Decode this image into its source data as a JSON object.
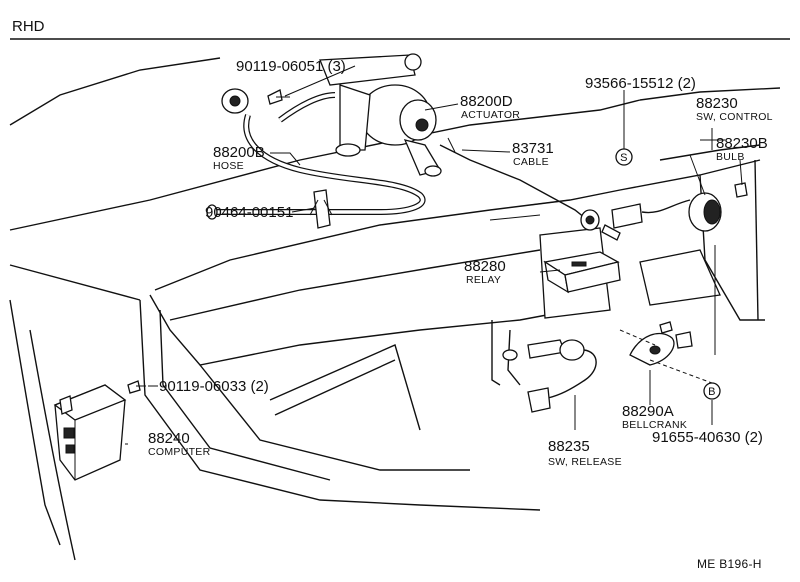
{
  "header": {
    "region": "RHD",
    "doc_code": "ME  B196-H"
  },
  "callouts": {
    "bolt_top": {
      "number": "90119-06051 (3)"
    },
    "actuator": {
      "number": "88200D",
      "name": "ACTUATOR"
    },
    "hose": {
      "number": "88200B",
      "name": "HOSE"
    },
    "cable": {
      "number": "83731",
      "name": "CABLE"
    },
    "clamp": {
      "number": "90464-00151"
    },
    "screw_s": {
      "number": "93566-15512 (2)",
      "symbol": "S"
    },
    "sw_control": {
      "number": "88230",
      "name": "SW, CONTROL"
    },
    "bulb": {
      "number": "88230B",
      "name": "BULB"
    },
    "relay": {
      "number": "88280",
      "name": "RELAY"
    },
    "bolt_mid": {
      "number": "90119-06033 (2)"
    },
    "computer": {
      "number": "88240",
      "name": "COMPUTER"
    },
    "sw_release": {
      "number": "88235",
      "name": "SW, RELEASE"
    },
    "bellcrank": {
      "number": "88290A",
      "name": "BELLCRANK"
    },
    "nut_b": {
      "number": "91655-40630 (2)",
      "symbol": "B"
    }
  }
}
